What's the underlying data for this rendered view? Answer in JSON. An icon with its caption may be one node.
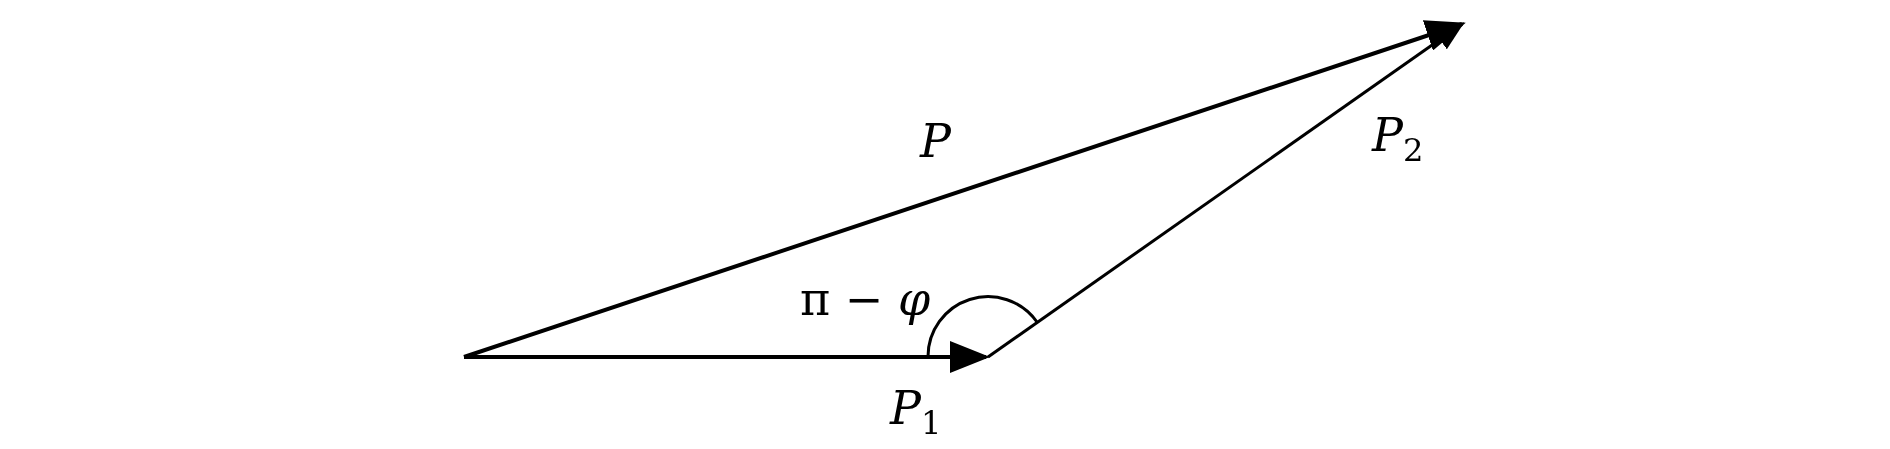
{
  "diagram": {
    "labels": [
      "P",
      "P$_{2}$",
      "π − *φ*",
      "P$_{1}$"
    ]
  }
}
